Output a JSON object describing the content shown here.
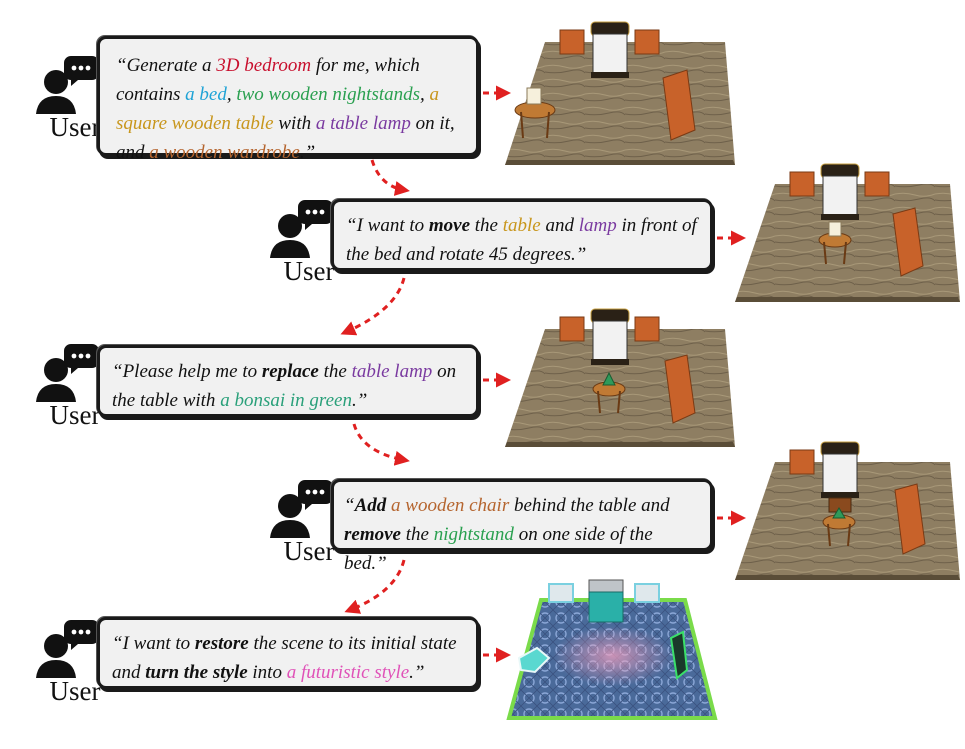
{
  "user_label": "User",
  "steps": [
    {
      "segments": [
        {
          "text": "“Generate a ",
          "style": ""
        },
        {
          "text": "3D bedroom",
          "style": "c-red"
        },
        {
          "text": " for me, which contains ",
          "style": ""
        },
        {
          "text": "a bed",
          "style": "c-cyan"
        },
        {
          "text": ", ",
          "style": ""
        },
        {
          "text": "two wooden nightstands",
          "style": "c-green"
        },
        {
          "text": ", ",
          "style": ""
        },
        {
          "text": "a square wooden table",
          "style": "c-gold"
        },
        {
          "text": " with ",
          "style": ""
        },
        {
          "text": "a table lamp",
          "style": "c-purple"
        },
        {
          "text": " on it, and ",
          "style": ""
        },
        {
          "text": "a wooden wardrobe",
          "style": "c-brown"
        },
        {
          "text": ".”",
          "style": ""
        }
      ]
    },
    {
      "segments": [
        {
          "text": "“I want to ",
          "style": ""
        },
        {
          "text": "move",
          "style": "bold"
        },
        {
          "text": " the ",
          "style": ""
        },
        {
          "text": "table",
          "style": "c-gold"
        },
        {
          "text": " and ",
          "style": ""
        },
        {
          "text": "lamp",
          "style": "c-purple"
        },
        {
          "text": " in front of the bed and rotate 45 degrees.”",
          "style": ""
        }
      ]
    },
    {
      "segments": [
        {
          "text": "“Please help me to ",
          "style": ""
        },
        {
          "text": "replace",
          "style": "bold"
        },
        {
          "text": " the ",
          "style": ""
        },
        {
          "text": "table lamp",
          "style": "c-purple"
        },
        {
          "text": " on the table with ",
          "style": ""
        },
        {
          "text": "a bonsai in green",
          "style": "c-teal"
        },
        {
          "text": ".”",
          "style": ""
        }
      ]
    },
    {
      "segments": [
        {
          "text": "“",
          "style": ""
        },
        {
          "text": "Add",
          "style": "bold"
        },
        {
          "text": " ",
          "style": ""
        },
        {
          "text": "a wooden chair",
          "style": "c-brown"
        },
        {
          "text": " behind the table and ",
          "style": ""
        },
        {
          "text": "remove",
          "style": "bold"
        },
        {
          "text": " the ",
          "style": ""
        },
        {
          "text": "nightstand",
          "style": "c-green"
        },
        {
          "text": " on one side of the bed.”",
          "style": ""
        }
      ]
    },
    {
      "segments": [
        {
          "text": "“I want to ",
          "style": ""
        },
        {
          "text": "restore",
          "style": "bold"
        },
        {
          "text": " the scene to its initial state and ",
          "style": ""
        },
        {
          "text": "turn the style",
          "style": "bold"
        },
        {
          "text": " into ",
          "style": ""
        },
        {
          "text": "a futuristic style",
          "style": "c-pink"
        },
        {
          "text": ".”",
          "style": ""
        }
      ]
    }
  ],
  "colors": {
    "arrow": "#e02020",
    "floor_wood": "#8e7e62",
    "wood_furniture": "#c8622a",
    "futuristic_floor": "#4a6a9a",
    "futuristic_border": "#7adb4a"
  }
}
